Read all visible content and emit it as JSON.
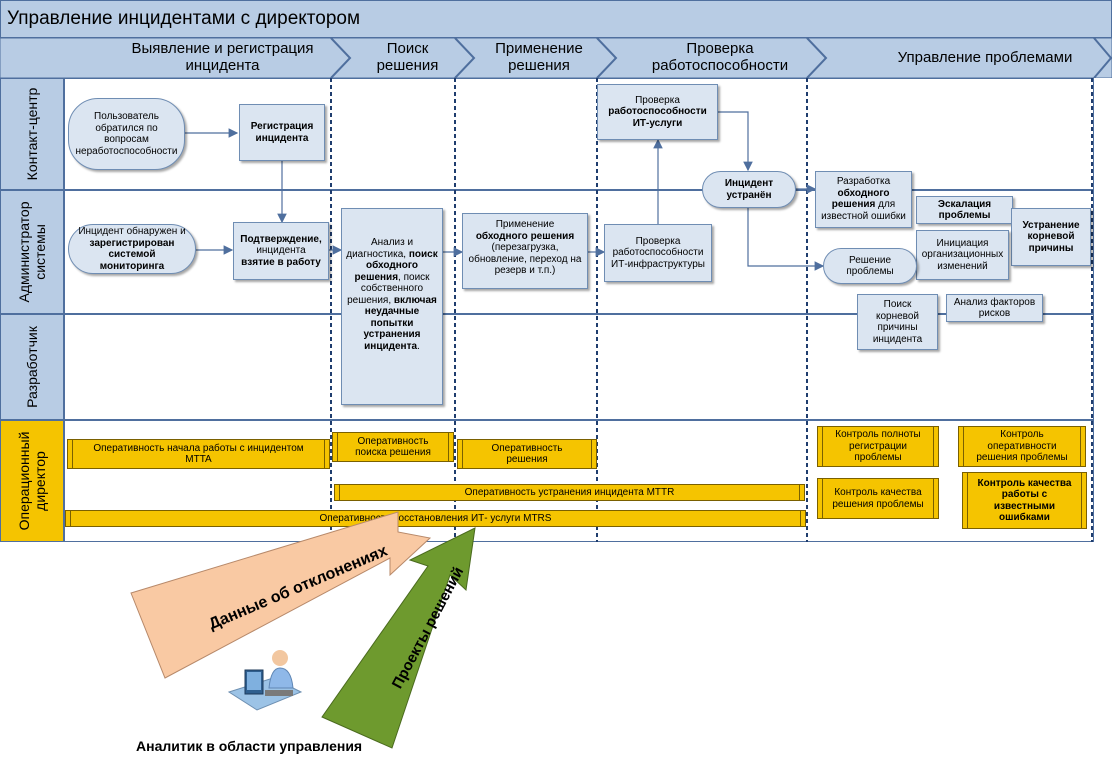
{
  "title": "Управление инцидентами с директором",
  "phases": [
    {
      "line1": "Выявление  и регистрация",
      "line2": "инцидента"
    },
    {
      "line1": "Поиск",
      "line2": "решения"
    },
    {
      "line1": "Применение",
      "line2": "решения"
    },
    {
      "line1": "Проверка",
      "line2": "работоспособности"
    },
    {
      "line1": "Управление проблемами",
      "line2": ""
    }
  ],
  "lanes": {
    "contact": "Контакт-центр",
    "admin_line1": "Администратор",
    "admin_line2": "системы",
    "developer": "Разработчик",
    "ops_line1": "Операционный",
    "ops_line2": "директор"
  },
  "nodes": {
    "user_request": "Пользователь обратился по вопросам неработоспособности",
    "registration": "Регистрация инцидента",
    "incident_detected_a": "Инцидент обнаружен и",
    "incident_detected_b": "зарегистрирован системой мониторинга",
    "confirm_a": "Подтверждение,",
    "confirm_b": "инцидента",
    "confirm_c": "взятие  в работу",
    "analysis_a": "Анализ и диагностика,",
    "analysis_b": "поиск обходного решения",
    "analysis_c": ", поиск собственного решения,",
    "analysis_d": "включая неудачные попытки устранения инцидента",
    "analysis_e": ".",
    "apply_a": "Применение",
    "apply_b": "обходного решения",
    "apply_c": "(перезагрузка, обновление, переход на резерв и т.п.)",
    "check_it_service_a": "Проверка",
    "check_it_service_b": "работоспособности ИТ-услуги",
    "check_infra": "Проверка работоспособности ИТ-инфраструктуры",
    "resolved": "Инцидент устранён",
    "workaround_a": "Разработка",
    "workaround_b": "обходного решения",
    "workaround_c": "для известной ошибки",
    "escalation": "Эскалация проблемы",
    "root_fix": "Устранение корневой причины",
    "org_changes": "Инициация организационных изменений",
    "problem_solution": "Решение проблемы",
    "root_search": "Поиск корневой причины инцидента",
    "risk_analysis": "Анализ факторов рисков"
  },
  "metrics": {
    "mtta_line1": "Оперативность начала работы с инцидентом",
    "mtta_line2": "MTTA",
    "search_line1": "Оперативность",
    "search_line2": "поиска решения",
    "apply_line1": "Оперативность",
    "apply_line2": "решения",
    "mttr": "Оперативность устранения инцидента MTTR",
    "mtrs": "Оперативность восстановления ИТ- услуги MTRS",
    "reg_completeness": "Контроль полноты регистрации проблемы",
    "op_solution": "Контроль оперативности решения проблемы",
    "quality_solution": "Контроль качества решения проблемы",
    "quality_known_errors": "Контроль качества работы с известными ошибками"
  },
  "arrows": {
    "deviation": "Данные об отклонениях",
    "projects": "Проекты решений"
  },
  "analyst": "Аналитик в области управления",
  "colors": {
    "lane_header": "#b8cce4",
    "box_fill": "#dbe5f1",
    "ops_yellow": "#f5c400",
    "deviation_arrow": "#f9c9a3",
    "projects_arrow": "#6e9a2e"
  }
}
